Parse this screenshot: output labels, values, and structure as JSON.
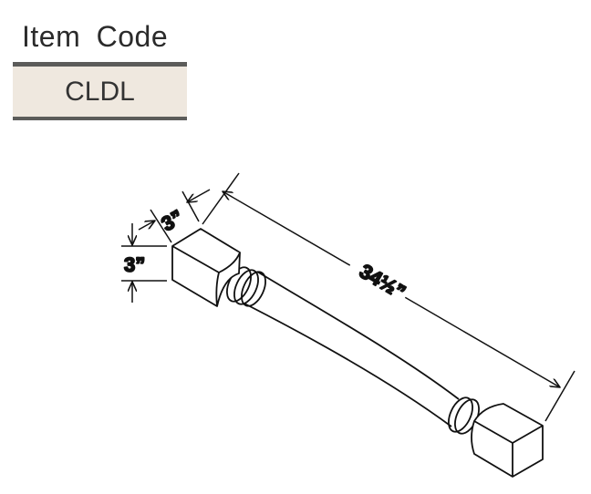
{
  "header": {
    "title": "Item  Code",
    "code": "CLDL"
  },
  "dimensions": {
    "length": "34½”",
    "width": "3”",
    "height": "3”"
  }
}
